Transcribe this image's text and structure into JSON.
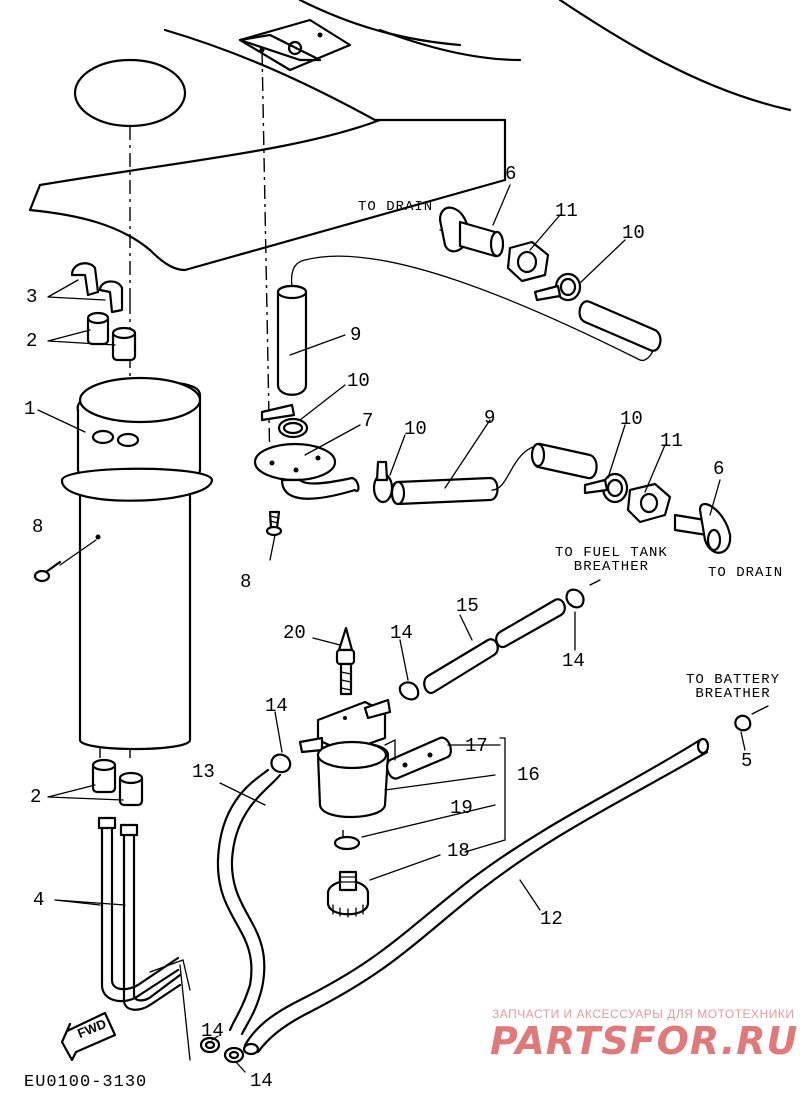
{
  "diagram": {
    "callouts": {
      "c1": "1",
      "c2_top": "2",
      "c2_bottom": "2",
      "c3": "3",
      "c4": "4",
      "c5": "5",
      "c6_top": "6",
      "c6_right": "6",
      "c7": "7",
      "c8_left": "8",
      "c8_center": "8",
      "c9_top": "9",
      "c9_mid": "9",
      "c10_top": "10",
      "c10_mid_left": "10",
      "c10_mid": "10",
      "c10_right": "10",
      "c11_top": "11",
      "c11_right": "11",
      "c12": "12",
      "c13": "13",
      "c14_left": "14",
      "c14_mid": "14",
      "c14_right": "14",
      "c14_bottom_a": "14",
      "c14_bottom_b": "14",
      "c15": "15",
      "c16": "16",
      "c17": "17",
      "c18": "18",
      "c19": "19",
      "c20": "20"
    },
    "labels": {
      "to_drain_top": "TO DRAIN",
      "to_drain_right": "TO DRAIN",
      "to_fuel_tank_breather": "TO FUEL TANK\nBREATHER",
      "to_battery_breather": "TO BATTERY\nBREATHER",
      "fwd_arrow": "FWD"
    },
    "figure_code": "EU0100-3130"
  },
  "watermark": {
    "tagline": "ЗАПЧАСТИ И АКСЕССУАРЫ ДЛЯ МОТОТЕХНИКИ",
    "brand": "PARTSFOR.RU",
    "color": "#e07a7a"
  }
}
